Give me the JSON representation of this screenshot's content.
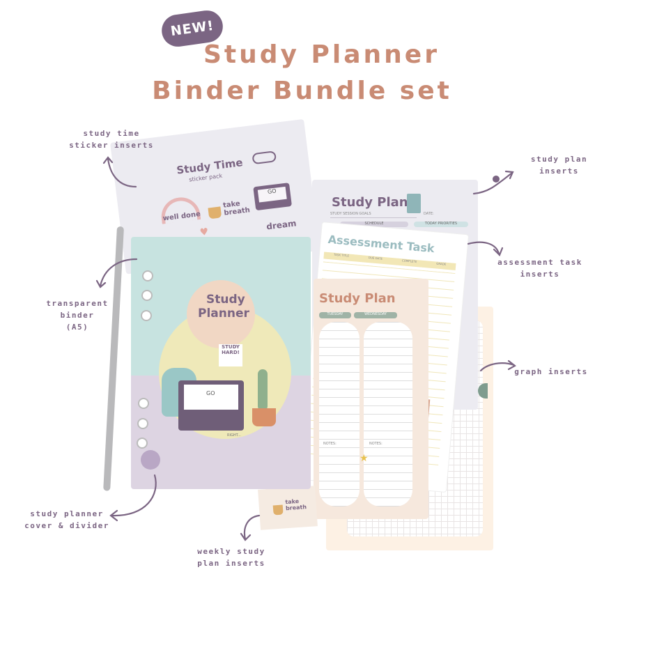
{
  "badge": "NEW!",
  "title_line1": "Study Planner",
  "title_line2": "Binder Bundle set",
  "labels": {
    "sticker_line1": "study time",
    "sticker_line2": "sticker inserts",
    "plan_inserts": "study plan inserts",
    "assessment_line1": "assessment task",
    "assessment_line2": "inserts",
    "binder_line1": "transparent",
    "binder_line2": "binder",
    "binder_line3": "(A5)",
    "graph": "graph inserts",
    "cover_line1": "study planner",
    "cover_line2": "cover & divider",
    "weekly_line1": "weekly study",
    "weekly_line2": "plan inserts"
  },
  "sticker_sheet": {
    "title": "Study Time",
    "subtitle": "sticker pack",
    "sticker1": "well done",
    "sticker2": "take breath",
    "sticker3": "dream",
    "laptop_text": "GO"
  },
  "study_plan_sheet": {
    "title": "Study Plan",
    "row1": "STUDY SESSION GOALS",
    "date_label": "DATE:",
    "col1": "SCHEDULE",
    "col2": "TODAY PRIORITIES"
  },
  "assessment_sheet": {
    "title": "Assessment Task",
    "col1": "TASK TITLE",
    "col2": "DUE DATE",
    "col3": "COMPLETE",
    "col4": "GRADE"
  },
  "weekly_sheet": {
    "title": "Study Plan",
    "day1": "TUESDAY",
    "day2": "WEDNESDAY",
    "notes1": "NOTES:",
    "notes2": "NOTES:",
    "sticker": "take breath"
  },
  "cover": {
    "title_line1": "Study",
    "title_line2": "Planner",
    "note_text": "STUDY HARD!",
    "laptop_text": "GO",
    "signature": "RIGHT..."
  },
  "colors": {
    "title": "#c98b74",
    "label": "#7b6583",
    "badge": "#7b6583"
  }
}
